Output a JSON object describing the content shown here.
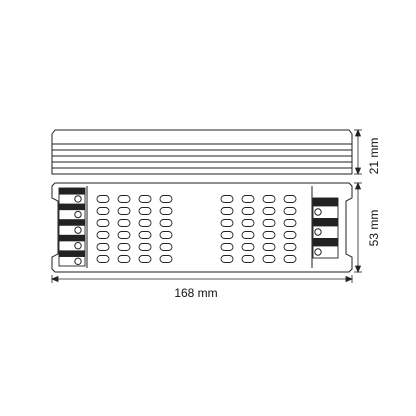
{
  "dimensions": {
    "length": "168 mm",
    "height": "21 mm",
    "width": "53 mm"
  },
  "holes": {
    "left_columns": 4,
    "right_columns": 4,
    "rows": 6
  },
  "terminals": {
    "left_count": 5,
    "right_count": 3
  },
  "colors": {
    "stroke": "#222222",
    "terminal_fill": "#222222"
  }
}
